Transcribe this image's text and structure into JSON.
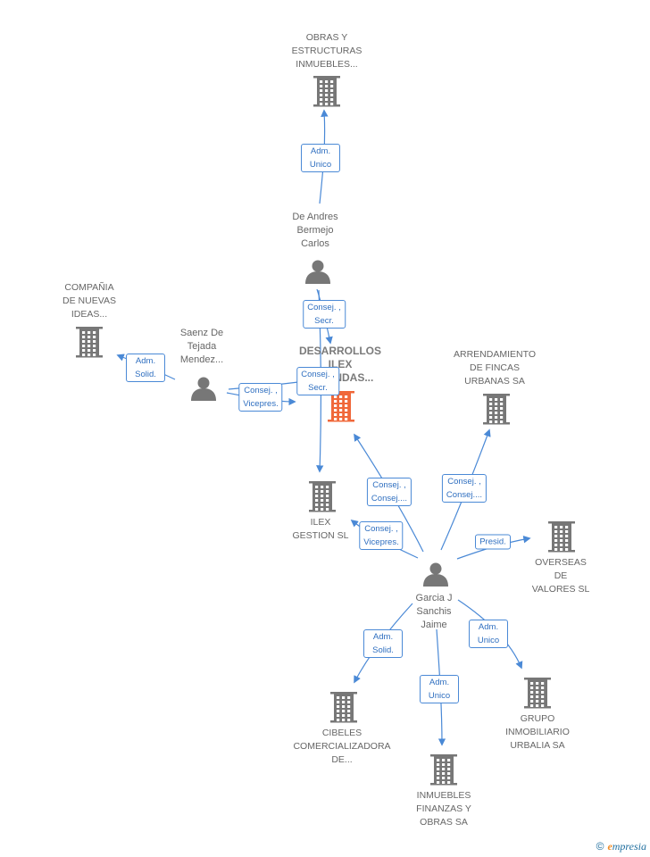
{
  "colors": {
    "edge": "#4a89d6",
    "icon": "#777777",
    "center_icon": "#f0683a",
    "label_text": "#666666"
  },
  "nodes": [
    {
      "id": "obras",
      "type": "company",
      "label": [
        "OBRAS Y",
        "ESTRUCTURAS",
        "INMUEBLES..."
      ]
    },
    {
      "id": "deandres",
      "type": "person",
      "label": [
        "De Andres",
        "Bermejo",
        "Carlos"
      ]
    },
    {
      "id": "compania",
      "type": "company",
      "label": [
        "COMPAÑIA",
        "DE NUEVAS",
        "IDEAS..."
      ]
    },
    {
      "id": "saenz",
      "type": "person",
      "label": [
        "Saenz De",
        "Tejada",
        "Mendez..."
      ]
    },
    {
      "id": "desarrollos",
      "type": "center",
      "label": [
        "DESARROLLOS",
        "ILEX",
        "VIVIENDAS..."
      ]
    },
    {
      "id": "arrendamiento",
      "type": "company",
      "label": [
        "ARRENDAMIENTO",
        "DE FINCAS",
        "URBANAS SA"
      ]
    },
    {
      "id": "ilex",
      "type": "company",
      "label": [
        "ILEX",
        "GESTION SL"
      ]
    },
    {
      "id": "overseas",
      "type": "company",
      "label": [
        "OVERSEAS",
        "DE",
        "VALORES SL"
      ]
    },
    {
      "id": "garcia",
      "type": "person",
      "label": [
        "Garcia J",
        "Sanchis",
        "Jaime"
      ]
    },
    {
      "id": "cibeles",
      "type": "company",
      "label": [
        "CIBELES",
        "COMERCIALIZADORA",
        "DE..."
      ]
    },
    {
      "id": "grupo",
      "type": "company",
      "label": [
        "GRUPO",
        "INMOBILIARIO",
        "URBALIA SA"
      ]
    },
    {
      "id": "inmuebles",
      "type": "company",
      "label": [
        "INMUEBLES",
        "FINANZAS Y",
        "OBRAS SA"
      ]
    }
  ],
  "edges": [
    {
      "from": "deandres",
      "to": "obras",
      "label": [
        "Adm.",
        "Unico"
      ]
    },
    {
      "from": "deandres",
      "to": "desarrollos",
      "label": [
        "Consej. ,",
        "Secr."
      ]
    },
    {
      "from": "deandres",
      "to": "ilex",
      "label": []
    },
    {
      "from": "saenz",
      "to": "compania",
      "label": [
        "Adm.",
        "Solid."
      ]
    },
    {
      "from": "saenz",
      "to": "desarrollos",
      "label": [
        "Consej. ,",
        "Vicepres."
      ]
    },
    {
      "from": "saenz",
      "to": "ilex",
      "label": [
        "Consej. ,",
        "Secr."
      ]
    },
    {
      "from": "garcia",
      "to": "desarrollos",
      "label": [
        "Consej. ,",
        "Consej...."
      ]
    },
    {
      "from": "garcia",
      "to": "arrendamiento",
      "label": [
        "Consej. ,",
        "Consej...."
      ]
    },
    {
      "from": "garcia",
      "to": "ilex",
      "label": [
        "Consej. ,",
        "Vicepres."
      ]
    },
    {
      "from": "garcia",
      "to": "overseas",
      "label": [
        "Presid."
      ]
    },
    {
      "from": "garcia",
      "to": "cibeles",
      "label": [
        "Adm.",
        "Solid."
      ]
    },
    {
      "from": "garcia",
      "to": "grupo",
      "label": [
        "Adm.",
        "Unico"
      ]
    },
    {
      "from": "garcia",
      "to": "inmuebles",
      "label": [
        "Adm.",
        "Unico"
      ]
    }
  ],
  "copyright": {
    "symbol": "©",
    "brand_initial": "e",
    "brand_rest": "mpresia"
  }
}
